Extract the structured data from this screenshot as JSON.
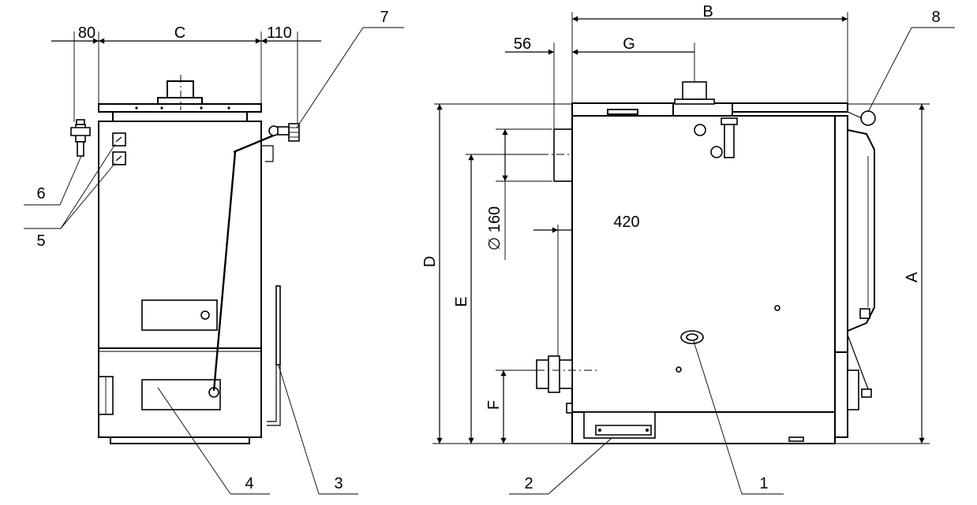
{
  "dimensions": {
    "front_left_offset": "80",
    "front_width": "C",
    "front_right_offset": "110",
    "side_depth": "B",
    "side_flue_offset": "56",
    "side_connection_offset": "G",
    "side_inner_spacing": "420",
    "flue_diameter": "∅ 160",
    "overall_height": "A",
    "flue_height": "D",
    "outlet_height": "E",
    "inlet_height": "F"
  },
  "callouts": [
    "1",
    "2",
    "3",
    "4",
    "5",
    "6",
    "7",
    "8"
  ]
}
